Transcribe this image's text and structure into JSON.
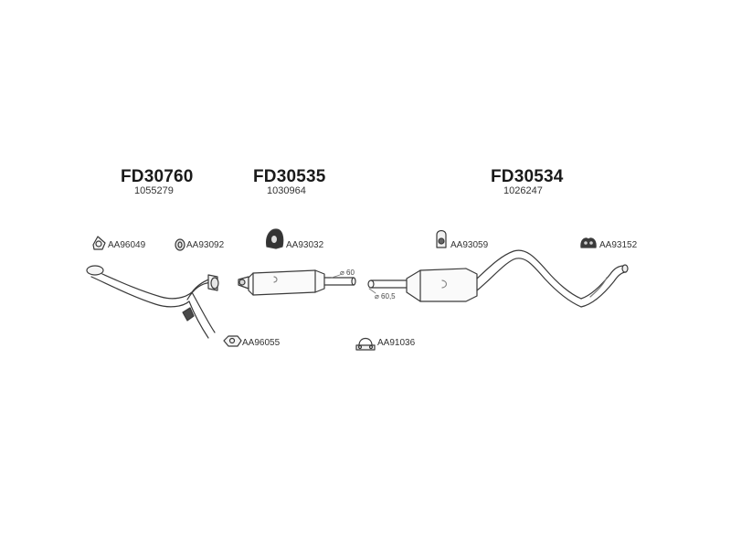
{
  "groups": [
    {
      "code": "FD30760",
      "oem": "1055279"
    },
    {
      "code": "FD30535",
      "oem": "1030964"
    },
    {
      "code": "FD30534",
      "oem": "1026247"
    }
  ],
  "parts": {
    "aa96049": "AA96049",
    "aa93092": "AA93092",
    "aa93032": "AA93032",
    "aa93059": "AA93059",
    "aa93152": "AA93152",
    "aa96055": "AA96055",
    "aa91036": "AA91036"
  },
  "dimensions": {
    "d60": "⌀ 60",
    "d605": "⌀ 60,5"
  },
  "icons": {
    "gasket": "ring-gasket-icon",
    "hanger": "rubber-hanger-icon",
    "clamp": "pipe-clamp-icon",
    "bracket": "mounting-bracket-icon"
  }
}
